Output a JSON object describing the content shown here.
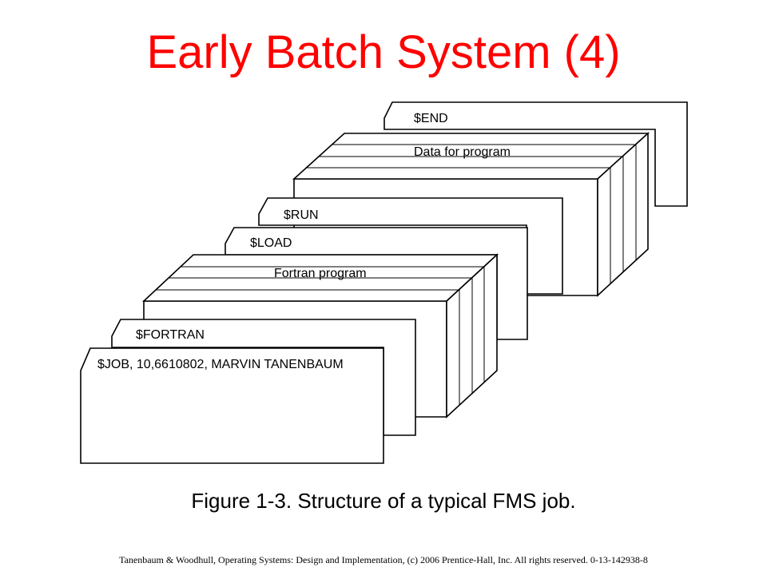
{
  "slide": {
    "title": "Early Batch System (4)",
    "caption": "Figure 1-3. Structure of a typical FMS job.",
    "footer": "Tanenbaum & Woodhull, Operating Systems: Design and Implementation, (c) 2006 Prentice-Hall, Inc. All rights reserved. 0-13-142938-8"
  },
  "cards": {
    "end": "$END",
    "data": "Data for program",
    "run": "$RUN",
    "load": "$LOAD",
    "fortran_program": "Fortran program",
    "fortran": "$FORTRAN",
    "job": "$JOB, 10,6610802, MARVIN TANENBAUM"
  },
  "colors": {
    "title": "#ff0000",
    "text": "#000000",
    "background": "#ffffff"
  }
}
